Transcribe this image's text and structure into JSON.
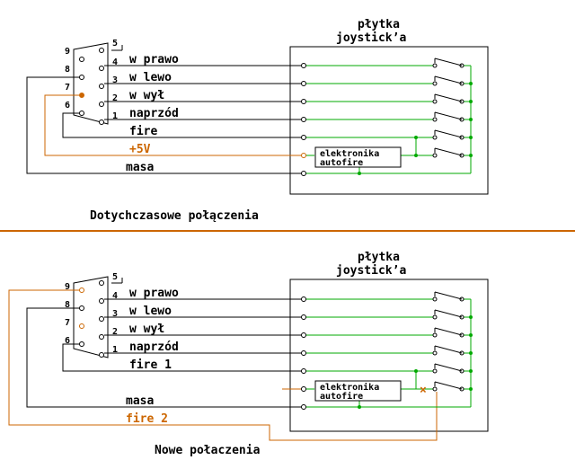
{
  "colors": {
    "wire": "#000000",
    "node": "#00aa00",
    "accent": "#cc6600",
    "background": "#ffffff"
  },
  "top": {
    "board_label_1": "płytka",
    "board_label_2": "joystick’a",
    "pins": {
      "p5": "5",
      "p4": "4",
      "p3": "3",
      "p2": "2",
      "p1": "1",
      "p9": "9",
      "p8": "8",
      "p7": "7",
      "p6": "6"
    },
    "signals": {
      "right": "w prawo",
      "left": "w lewo",
      "up": "w wył",
      "forward": "naprzód",
      "fire": "fire",
      "plus5v": "+5V",
      "ground": "masa"
    },
    "autofire_1": "elektronika",
    "autofire_2": "autofire",
    "caption": "Dotychczasowe połączenia"
  },
  "bottom": {
    "board_label_1": "płytka",
    "board_label_2": "joystick’a",
    "pins": {
      "p5": "5",
      "p4": "4",
      "p3": "3",
      "p2": "2",
      "p1": "1",
      "p9": "9",
      "p8": "8",
      "p7": "7",
      "p6": "6"
    },
    "signals": {
      "right": "w prawo",
      "left": "w lewo",
      "up": "w wył",
      "forward": "naprzód",
      "fire1": "fire 1",
      "ground": "masa",
      "fire2": "fire 2"
    },
    "autofire_1": "elektronika",
    "autofire_2": "autofire",
    "cut_mark": "×",
    "caption": "Nowe połaczenia"
  }
}
